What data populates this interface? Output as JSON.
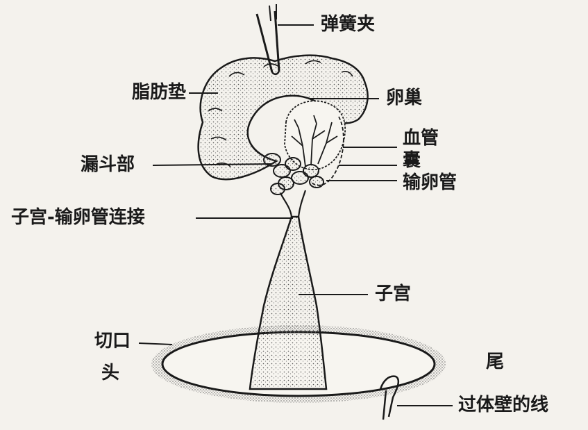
{
  "labels": {
    "spring_clip": "弹簧夹",
    "fat_pad": "脂肪垫",
    "ovary": "卵巢",
    "blood_vessel": "血管",
    "bursa": "囊",
    "infundibulum": "漏斗部",
    "oviduct": "输卵管",
    "uterotubal_junction": "子宫-输卵管连接",
    "uterus": "子宫",
    "incision": "切口",
    "head": "头",
    "tail": "尾",
    "suture": "过体壁的线"
  },
  "colors": {
    "ink": "#1a1a1a",
    "paper": "#f4f2ed",
    "stipple": "#5a5a5a"
  }
}
